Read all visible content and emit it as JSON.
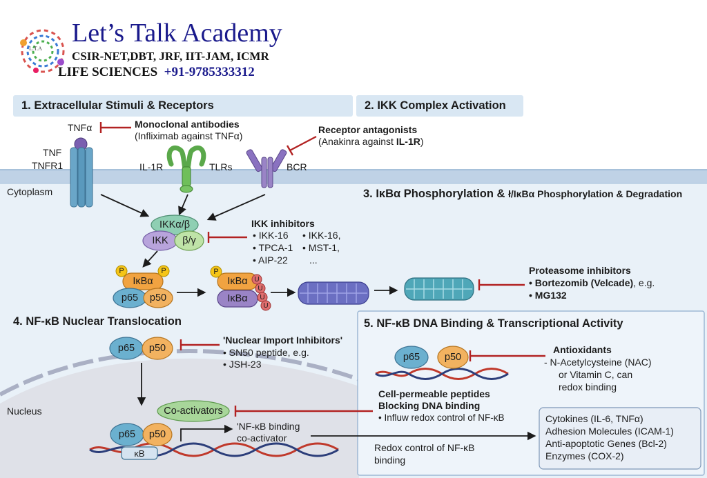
{
  "brand": {
    "title": "Let’s Talk Academy",
    "line1": "CSIR-NET,DBT, JRF, IIT-JAM, ICMR",
    "line2": "LIFE SCIENCES",
    "phone": "+91-9785333312",
    "logo_text": "L.T.A"
  },
  "sections": {
    "s1": "1. Extracellular Stimuli & Receptors",
    "s2": "2. IKK Complex Activation",
    "s3": "3. IκBα Phosphorylation & ",
    "s3_suffix": "ł/IκBα Phosphorylation & Degradation",
    "s4": "4. NF-κB Nuclear Translocation",
    "s5": "5. NF-κB DNA Binding & Transcriptional Activity"
  },
  "receptors": {
    "tnfa": "TNFα",
    "tnf": "TNF",
    "tnfr1": "TNFR1",
    "il1r": "IL-1R",
    "tlrs": "TLRs",
    "bcr": "BCR",
    "cytoplasm": "Cytoplasm",
    "nucleus": "Nucleus"
  },
  "inhibitors": {
    "mab_title": "Monoclonal antibodies",
    "mab_sub": "(Infliximab against TNFα)",
    "ra_title": "Receptor antagonists",
    "ra_sub": "(Anakinra against ",
    "ra_bold": "IL-1R",
    "ra_end": ")",
    "ikk_title": "IKK inhibitors",
    "ikk_items": [
      "• IKK-16",
      "• TPCA-1",
      "• AIP-22",
      "• IKK-16,",
      "• MST-1,",
      "..."
    ],
    "prot_title": "Proteasome inhibitors",
    "prot_item1_bold": "• Bortezomib (Velcade)",
    "prot_item1_rest": ", e.g.",
    "prot_item2": "• MG132",
    "nuc_title": "'Nuclear Import Inhibitors'",
    "nuc_items": [
      "• SN50 peptide, e.g.",
      "• JSH-23"
    ],
    "anti_title": "Antioxidants",
    "anti_lines": [
      "- N-Acetylcysteine (NAC)",
      "or Vitamin C, can",
      "redox binding"
    ],
    "cpp_title1": "Cell-permeable peptides",
    "cpp_title2": "Blocking DNA binding",
    "cpp_item": "• Influw redox control of NF-κB"
  },
  "molecules": {
    "ikkab": "IKKα/β",
    "ikk": "IKK",
    "bg": "β/γ",
    "p": "P",
    "u": "U",
    "ikba": "IκBα",
    "p65": "p65",
    "p50": "p50",
    "kb": "κB",
    "coact": "Co-activators"
  },
  "labels": {
    "nfkb_binding1": "'NF-κB binding",
    "nfkb_binding2": "co-activator",
    "redox1": "Redox control of NF-κB",
    "redox2": "binding"
  },
  "genes": [
    "Cytokines (IL-6, TNFα)",
    "Adhesion Molecules (ICAM-1)",
    "Anti-apoptotic Genes (Bcl-2)",
    "Enzymes (COX-2)"
  ],
  "colors": {
    "membrane": "#bfd2e6",
    "cytoplasm": "#e9f1f8",
    "nucleus": "#dfe1e8",
    "inhibit": "#b22222",
    "p65": "#6bb0cf",
    "p50": "#f2b260",
    "ikba": "#f1a341",
    "ikba_purple": "#9a84c6",
    "ikk_green": "#8fcfb3",
    "ubiquitin": "#e06e6e",
    "phospho": "#f5c518",
    "coact": "#a8d69a",
    "proteasome": "#6b6fc2",
    "brand_blue": "#1a1a8c"
  }
}
